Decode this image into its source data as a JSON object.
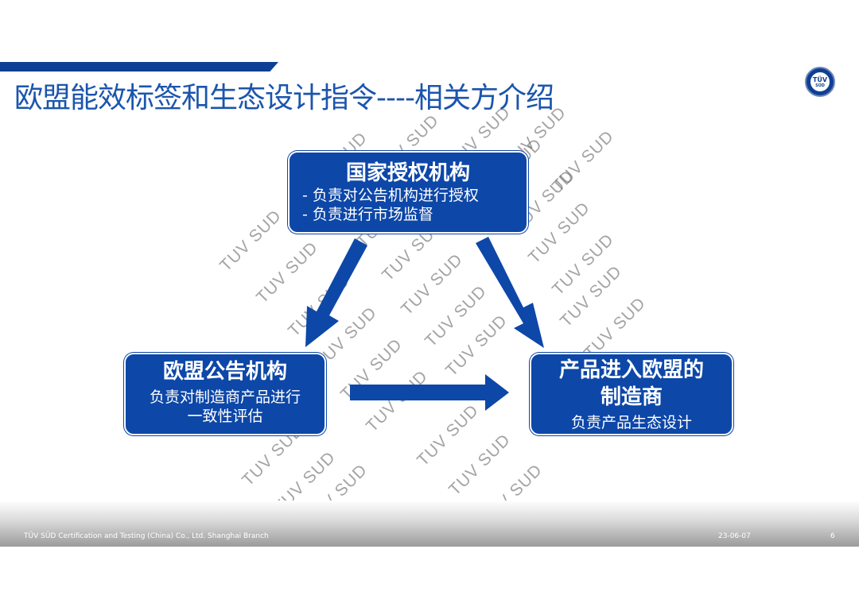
{
  "slide": {
    "title": "欧盟能效标签和生态设计指令----相关方介绍",
    "logo": {
      "line1": "TÜV",
      "line2": "SÜD"
    }
  },
  "diagram": {
    "authority": {
      "title": "国家授权机构",
      "lines": [
        "- 负责对公告机构进行授权",
        "- 负责进行市场监督"
      ]
    },
    "notified_body": {
      "title": "欧盟公告机构",
      "lines": [
        "负责对制造商产品进行",
        "一致性评估"
      ]
    },
    "manufacturer": {
      "title_lines": [
        "产品进入欧盟的",
        "制造商"
      ],
      "lines": [
        "负责产品生态设计"
      ]
    }
  },
  "watermark": {
    "text": "TUV SUD"
  },
  "footer": {
    "company": "TÜV SÜD Certification and Testing (China) Co., Ltd. Shanghai Branch",
    "date": "23-06-07",
    "page": "6"
  },
  "colors": {
    "primary": "#0d47a8",
    "title": "#1b55ad",
    "bar": "#0f3f94"
  }
}
